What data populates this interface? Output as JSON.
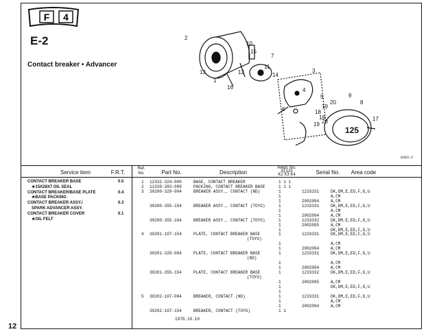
{
  "badge": {
    "letter": "F",
    "number": "4"
  },
  "section_code": "E-2",
  "section_title": "Contact breaker • Advancer",
  "figure_code": "8383-2",
  "callouts": [
    "1",
    "2",
    "3",
    "4",
    "5",
    "6",
    "7",
    "8",
    "9",
    "10",
    "11",
    "12",
    "13",
    "14",
    "15",
    "16",
    "17",
    "18",
    "19",
    "20",
    "18",
    "19",
    "20"
  ],
  "table": {
    "headers": {
      "service_item": "Service item",
      "frt": "F.R.T.",
      "ref_no_1": "Ref.",
      "ref_no_2": "No.",
      "part_no": "Part No.",
      "description": "Description",
      "reqd_1": "Reqd. No.",
      "reqd_2": "XL125",
      "reqd_3": "K2 K3 K4",
      "serial_no": "Serial No.",
      "area_code": "Area code"
    },
    "service_items": [
      {
        "name": "CONTACT BREAKER BASE",
        "frt": "0.5"
      },
      {
        "name": "★15X28X7 OIL SEAL",
        "frt": ""
      },
      {
        "name": "CONTACT BREAKER/BASE PLATE",
        "frt": "0.4"
      },
      {
        "name": "★BASE PACKING",
        "frt": ""
      },
      {
        "name": "CONTACT BREAKER ASSY./",
        "frt": "0.3"
      },
      {
        "name": "SPARK ADVANCER ASSY.",
        "frt": ""
      },
      {
        "name": "CONTACT BREAKER COVER",
        "frt": "0.1"
      },
      {
        "name": "★OIL FELT",
        "frt": ""
      }
    ],
    "rows": [
      {
        "ref": "1",
        "part": "12332-324-000",
        "desc": "BASE, CONTACT BREAKER",
        "qty": "1  1  1",
        "serial": "",
        "area": ""
      },
      {
        "ref": "2",
        "part": "12339-383-000",
        "desc": "PACKING, CONTACT BREAKER BASE",
        "qty": "1  1  1",
        "serial": "",
        "area": ""
      },
      {
        "ref": "3",
        "part": "30200-329-004",
        "desc": "BREAKER ASSY., CONTACT (ND)",
        "qty": "1",
        "serial": "1233331",
        "area": "DK,DM,E,ED,F,G,U"
      },
      {
        "ref": "",
        "part": "",
        "desc": "",
        "qty": "1",
        "serial": "",
        "area": "A,CM"
      },
      {
        "ref": "",
        "part": "",
        "desc": "",
        "qty": "1",
        "serial": "2002094",
        "area": "A,CM"
      },
      {
        "ref": "",
        "part": "30200-355-154",
        "desc": "BREAKER ASSY., CONTACT (TOYO)",
        "qty": "1",
        "serial": "1233331",
        "area": "DK,DM,E,ED,F,G,U"
      },
      {
        "ref": "",
        "part": "",
        "desc": "",
        "qty": "1",
        "serial": "",
        "area": "A,CM"
      },
      {
        "ref": "",
        "part": "",
        "desc": "",
        "qty": "1",
        "serial": "2002094",
        "area": "A,CM"
      },
      {
        "ref": "",
        "part": "30200-355-164",
        "desc": "BREAKER ASSY., CONTACT (TOYO)",
        "qty": "1",
        "serial": "1233332",
        "area": "DK,DM,E,ED,F,G,U"
      },
      {
        "ref": "",
        "part": "",
        "desc": "",
        "qty": "1",
        "serial": "2002095",
        "area": "A,CM"
      },
      {
        "ref": "",
        "part": "",
        "desc": "",
        "qty": "1",
        "serial": "",
        "area": "DK,DM,E,ED,F,G,U"
      },
      {
        "ref": "4",
        "part": "30201-107-154",
        "desc": "PLATE, CONTACT BREAKER BASE",
        "qty": "1",
        "serial": "1233331",
        "area": "DK,DM,E,ED,F,G,U"
      },
      {
        "ref": "",
        "part": "",
        "desc": "(TOYO)",
        "qty": "",
        "serial": "",
        "area": ""
      },
      {
        "ref": "",
        "part": "",
        "desc": "",
        "qty": "1",
        "serial": "",
        "area": "A,CM"
      },
      {
        "ref": "",
        "part": "",
        "desc": "",
        "qty": "1",
        "serial": "2002094",
        "area": "A,CM"
      },
      {
        "ref": "",
        "part": "30201-329-004",
        "desc": "PLATE, CONTACT BREAKER BASE",
        "qty": "1",
        "serial": "1233331",
        "area": "DK,DM,E,ED,F,G,U"
      },
      {
        "ref": "",
        "part": "",
        "desc": "(ND)",
        "qty": "",
        "serial": "",
        "area": ""
      },
      {
        "ref": "",
        "part": "",
        "desc": "",
        "qty": "1",
        "serial": "",
        "area": "A,CM"
      },
      {
        "ref": "",
        "part": "",
        "desc": "",
        "qty": "1",
        "serial": "2002094",
        "area": "A,CM"
      },
      {
        "ref": "",
        "part": "30201-355-154",
        "desc": "PLATE, CONTACT BREAKER BASE",
        "qty": "1",
        "serial": "1233332",
        "area": "DK,DM,E,ED,F,G,U"
      },
      {
        "ref": "",
        "part": "",
        "desc": "(TOYO)",
        "qty": "",
        "serial": "",
        "area": ""
      },
      {
        "ref": "",
        "part": "",
        "desc": "",
        "qty": "1",
        "serial": "2002095",
        "area": "A,CM"
      },
      {
        "ref": "",
        "part": "",
        "desc": "",
        "qty": "1",
        "serial": "",
        "area": "DK,DM,E,ED,F,G,U"
      },
      {
        "ref": "",
        "part": "",
        "desc": "",
        "qty": "1",
        "serial": "",
        "area": ""
      },
      {
        "ref": "5",
        "part": "30202-107-004",
        "desc": "BREAKER, CONTACT (ND)",
        "qty": "1",
        "serial": "1233331",
        "area": "DK,DM,E,ED,F,G,U"
      },
      {
        "ref": "",
        "part": "",
        "desc": "",
        "qty": "1",
        "serial": "",
        "area": "A,CM"
      },
      {
        "ref": "",
        "part": "",
        "desc": "",
        "qty": "1",
        "serial": "2002094",
        "area": "A,CM"
      },
      {
        "ref": "",
        "part": "30202-107-154",
        "desc": "BREAKER, CONTACT (TOYO)",
        "qty": "1  1",
        "serial": "",
        "area": ""
      }
    ]
  },
  "date": "1978.10.10",
  "page_number": "12"
}
